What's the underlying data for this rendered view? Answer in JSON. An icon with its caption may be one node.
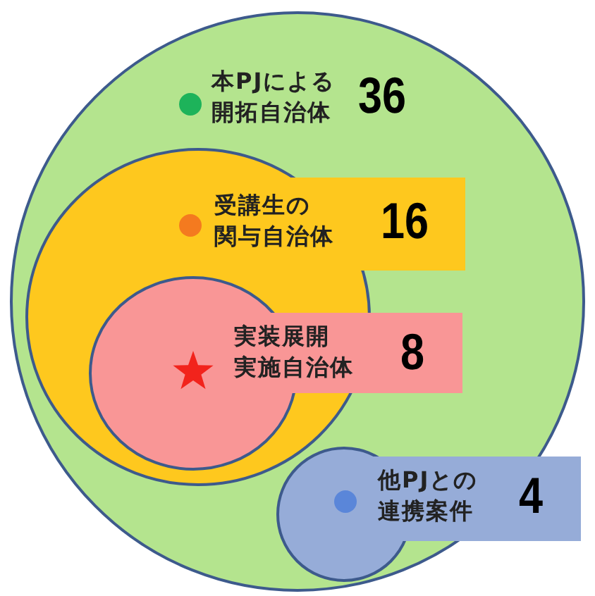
{
  "diagram": {
    "nodes": [
      {
        "text": [
          "本PJによる開拓自治体",
          "36"
        ]
      },
      {
        "text": [
          "受講生の関与自治体",
          "16"
        ],
        "in": 0
      },
      {
        "text": [
          "実装展開実施自治体",
          "8"
        ],
        "in": 1
      },
      {
        "text": [
          "他PJとの連携案件",
          "4"
        ],
        "in": 0
      }
    ],
    "edges": []
  }
}
